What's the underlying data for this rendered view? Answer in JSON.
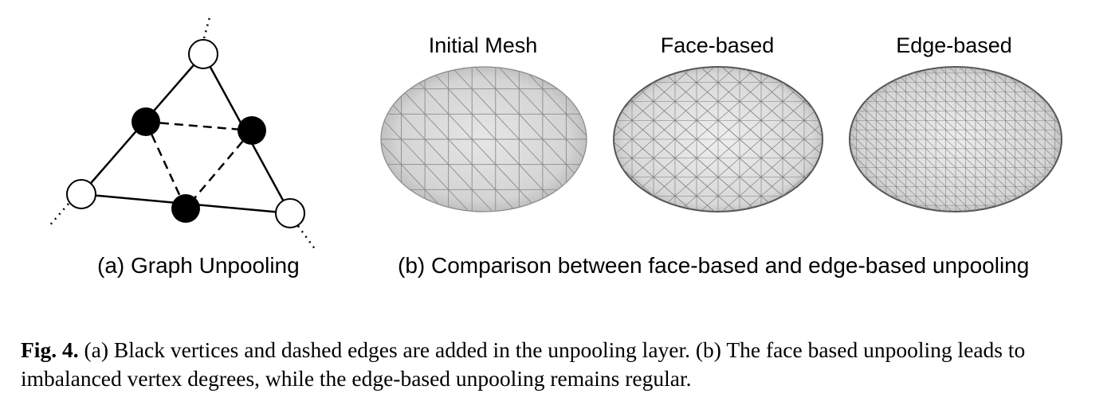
{
  "panel_a": {
    "caption": "(a) Graph Unpooling"
  },
  "panel_b": {
    "caption": "(b) Comparison between face-based and edge-based unpooling",
    "meshes": [
      {
        "title": "Initial Mesh"
      },
      {
        "title": "Face-based"
      },
      {
        "title": "Edge-based"
      }
    ]
  },
  "figure_caption": {
    "label": "Fig. 4.",
    "text": " (a) Black vertices and dashed edges are added in the unpooling layer. (b) The face based unpooling leads to imbalanced vertex degrees, while the edge-based unpooling remains regular."
  }
}
